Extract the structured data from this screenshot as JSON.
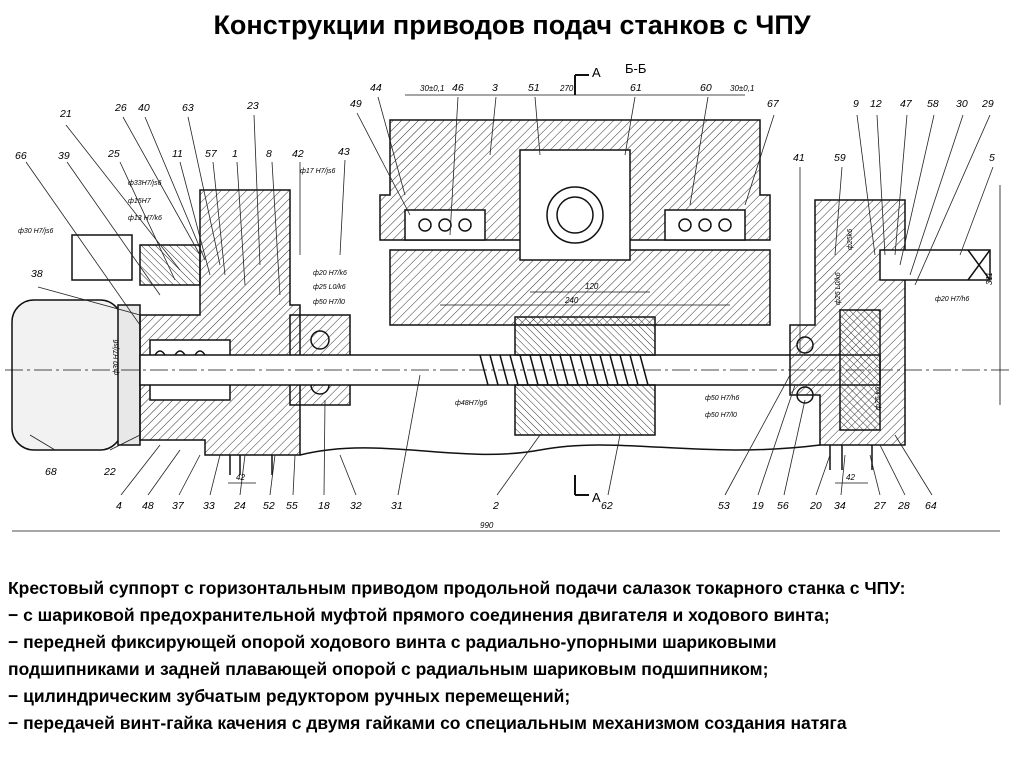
{
  "title": "Конструкции приводов подач станков с ЧПУ",
  "section_labels": {
    "view": "Б-Б",
    "cut_top": "А",
    "cut_bottom": "А"
  },
  "part_numbers": {
    "top": [
      "21",
      "26",
      "40",
      "63",
      "66",
      "39",
      "25",
      "11",
      "57",
      "1",
      "23",
      "8",
      "42",
      "43",
      "49",
      "44",
      "46",
      "3",
      "51",
      "61",
      "60",
      "67",
      "41",
      "59",
      "9",
      "12",
      "47",
      "58",
      "30",
      "29",
      "5"
    ],
    "left": [
      "38"
    ],
    "bottom": [
      "68",
      "22",
      "4",
      "48",
      "37",
      "33",
      "24",
      "52",
      "55",
      "18",
      "32",
      "31",
      "2",
      "62",
      "53",
      "19",
      "56",
      "20",
      "34",
      "27",
      "28",
      "64"
    ]
  },
  "dimensions": {
    "d30_top_left": "30±0,1",
    "d270": "270",
    "d30_top_right": "30±0,1",
    "d240": "240",
    "d120": "120",
    "d311": "311",
    "d990": "990",
    "d42_left": "42",
    "d42_right": "42"
  },
  "fits": {
    "f1": "ф33Н7/js6",
    "f2": "ф15Н7",
    "f3": "ф13 Н7/k6",
    "f4": "ф30 Н7/js6",
    "f5": "ф17 Н7/js6",
    "f6": "ф20 Н7/k6",
    "f7": "ф25 L0/k6",
    "f8": "ф50 Н7/l0",
    "f9": "ф48Н7/g6",
    "f10": "ф50 Н7/h6",
    "f11": "ф50 Н7/l0",
    "f12": "ф20 Н7/h6",
    "f13": "ф25 L0/k6",
    "f14": "ф25k6",
    "f15": "ф30 Н7/js6",
    "f16": "ф25 k6"
  },
  "caption": {
    "line1": "Крестовый суппорт с горизонтальным приводом продольной подачи салазок токарного станка с ЧПУ:",
    "line2": "− с шариковой предохранительной муфтой прямого соединения двигателя и ходового винта;",
    "line3": "− передней фиксирующей опорой ходового винта с радиально-упорными шариковыми",
    "line4": "подшипниками и задней плавающей опорой с радиальным шариковым подшипником;",
    "line5": "− цилиндрическим зубчатым редуктором ручных перемещений;",
    "line6": "− передачей винт-гайка качения с двумя гайками со специальным механизмом создания натяга"
  }
}
